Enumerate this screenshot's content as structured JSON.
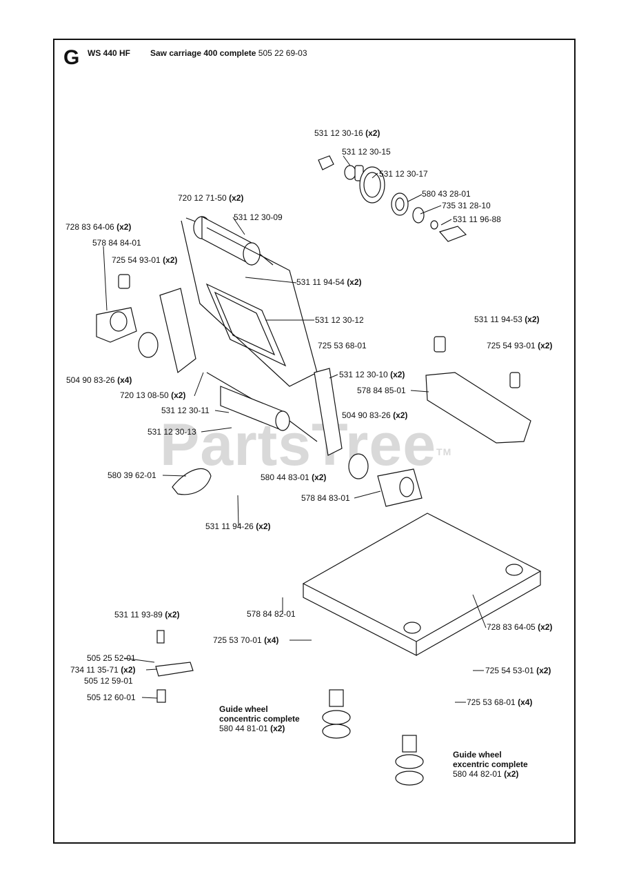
{
  "header": {
    "section_letter": "G",
    "model": "WS 440 HF",
    "title": "Saw carriage 400 complete",
    "title_part_number": "505 22 69-03"
  },
  "watermark": {
    "text": "PartsTree",
    "tm": "TM"
  },
  "labels": [
    {
      "pn": "531 12 30-16",
      "qty": "(x2)"
    },
    {
      "pn": "531 12 30-15",
      "qty": ""
    },
    {
      "pn": "531 12 30-17",
      "qty": ""
    },
    {
      "pn": "580 43 28-01",
      "qty": ""
    },
    {
      "pn": "735 31 28-10",
      "qty": ""
    },
    {
      "pn": "531 11 96-88",
      "qty": ""
    },
    {
      "pn": "720 12 71-50",
      "qty": "(x2)"
    },
    {
      "pn": "531 12 30-09",
      "qty": ""
    },
    {
      "pn": "728 83 64-06",
      "qty": "(x2)"
    },
    {
      "pn": "578 84 84-01",
      "qty": ""
    },
    {
      "pn": "725 54 93-01",
      "qty": "(x2)"
    },
    {
      "pn": "531 11 94-54",
      "qty": "(x2)"
    },
    {
      "pn": "531 12 30-12",
      "qty": ""
    },
    {
      "pn": "531 11 94-53",
      "qty": "(x2)"
    },
    {
      "pn": "725 53 68-01",
      "qty": ""
    },
    {
      "pn": "725 54 93-01",
      "qty": "(x2)"
    },
    {
      "pn": "504 90 83-26",
      "qty": "(x4)"
    },
    {
      "pn": "531 12 30-10",
      "qty": "(x2)"
    },
    {
      "pn": "720 13 08-50",
      "qty": "(x2)"
    },
    {
      "pn": "578 84 85-01",
      "qty": ""
    },
    {
      "pn": "531 12 30-11",
      "qty": ""
    },
    {
      "pn": "504 90 83-26",
      "qty": "(x2)"
    },
    {
      "pn": "531 12 30-13",
      "qty": ""
    },
    {
      "pn": "580 39 62-01",
      "qty": ""
    },
    {
      "pn": "580 44 83-01",
      "qty": "(x2)"
    },
    {
      "pn": "578 84 83-01",
      "qty": ""
    },
    {
      "pn": "531 11 94-26",
      "qty": "(x2)"
    },
    {
      "pn": "531 11 93-89",
      "qty": "(x2)"
    },
    {
      "pn": "578 84 82-01",
      "qty": ""
    },
    {
      "pn": "728 83 64-05",
      "qty": "(x2)"
    },
    {
      "pn": "725 53 70-01",
      "qty": "(x4)"
    },
    {
      "pn": "505 25 52-01",
      "qty": ""
    },
    {
      "pn": "734 11 35-71",
      "qty": "(x2)"
    },
    {
      "pn": "725 54 53-01",
      "qty": "(x2)"
    },
    {
      "pn": "505 12 59-01",
      "qty": ""
    },
    {
      "pn": "505 12 60-01",
      "qty": ""
    },
    {
      "pn": "725 53 68-01",
      "qty": "(x4)"
    }
  ],
  "guide_wheels": [
    {
      "line1": "Guide wheel",
      "line2": "concentric complete",
      "pn": "580 44 81-01",
      "qty": "(x2)"
    },
    {
      "line1": "Guide wheel",
      "line2": "excentric complete",
      "pn": "580 44 82-01",
      "qty": "(x2)"
    }
  ]
}
